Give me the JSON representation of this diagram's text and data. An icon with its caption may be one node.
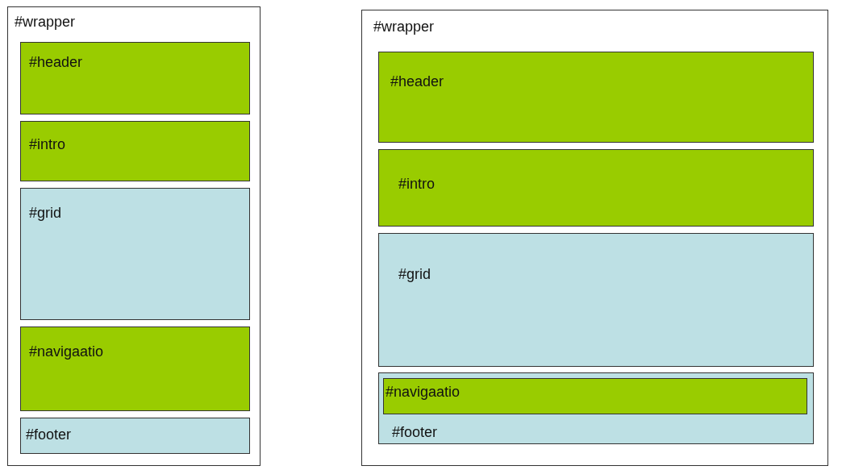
{
  "diagram": {
    "nodes": [
      {
        "text": [
          "#wrapper"
        ]
      },
      {
        "text": [
          "#header"
        ],
        "in": 0
      },
      {
        "text": [
          "#intro"
        ],
        "in": 0
      },
      {
        "text": [
          "#grid"
        ],
        "in": 0
      },
      {
        "text": [
          "#navigaatio"
        ],
        "in": 0
      },
      {
        "text": [
          "#footer"
        ],
        "in": 0
      },
      {
        "text": [
          "#wrapper"
        ]
      },
      {
        "text": [
          "#header"
        ],
        "in": 6
      },
      {
        "text": [
          "#intro"
        ],
        "in": 6
      },
      {
        "text": [
          "#grid"
        ],
        "in": 6
      },
      {
        "text": [
          "#footer"
        ],
        "in": 6
      },
      {
        "text": [
          "#navigaatio"
        ],
        "in": 10
      }
    ]
  }
}
